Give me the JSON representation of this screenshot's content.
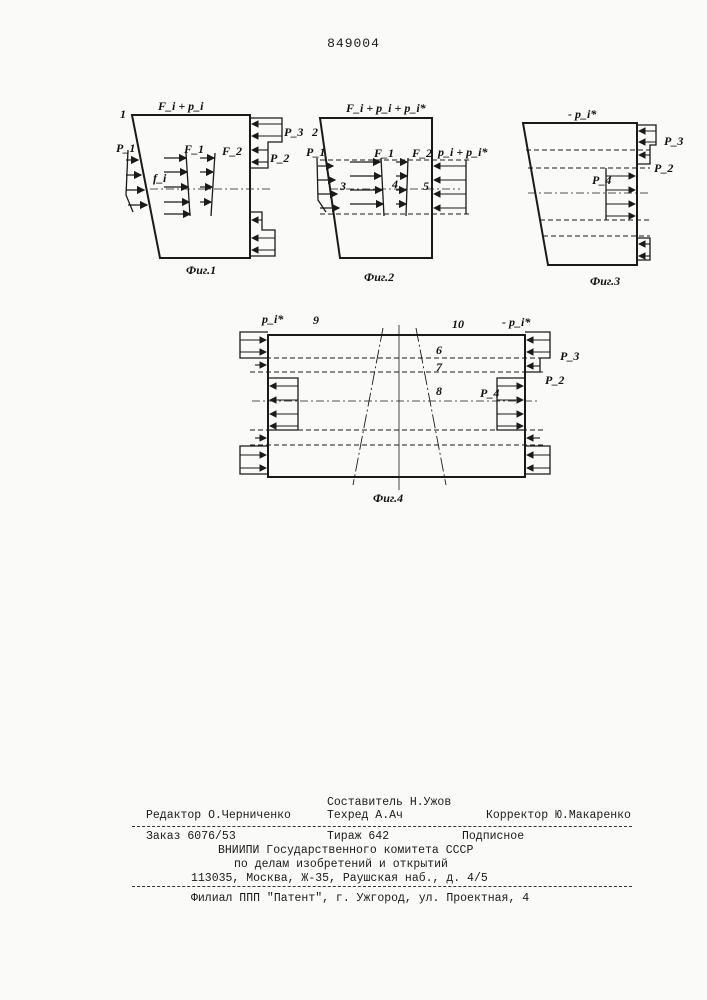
{
  "page_number": "849004",
  "figures": [
    {
      "caption": "Фиг.1",
      "labels": {
        "top": "F_i + p_i",
        "ref": "1",
        "p1": "P_1",
        "f_i": "f_i",
        "f1": "F_1",
        "f2": "F_2",
        "p3": "P_3",
        "p2": "P_2"
      }
    },
    {
      "caption": "Фиг.2",
      "labels": {
        "top": "F_i + p_i + p_i*",
        "ref": "2",
        "p1": "P_1",
        "f1": "F_1",
        "f2": "F_2",
        "rhs": "p_i + p_i*",
        "n3": "3",
        "n4": "4",
        "n5": "5"
      }
    },
    {
      "caption": "Фиг.3",
      "labels": {
        "top": "- p_i*",
        "p3": "P_3",
        "p2": "P_2",
        "p4": "P_4"
      }
    },
    {
      "caption": "Фиг.4",
      "labels": {
        "left_top": "p_i*",
        "right_top": "- p_i*",
        "n9": "9",
        "n10": "10",
        "n6": "6",
        "n7": "7",
        "n8": "8",
        "p3": "P_3",
        "p2": "P_2",
        "p4": "P_4"
      }
    }
  ],
  "imprint": {
    "editor": "Редактор О.Черниченко",
    "compiler": "Составитель Н.Ужов",
    "techred": "Техред А.Ач",
    "corrector": "Корректор Ю.Макаренко",
    "order": "Заказ 6076/53",
    "circulation": "Тираж 642",
    "subscription": "Подписное",
    "org1": "ВНИИПИ Государственного комитета СССР",
    "org2": "по делам изобретений и открытий",
    "address": "113035, Москва, Ж-35, Раушская наб., д. 4/5",
    "branch": "Филиал ППП \"Патент\", г. Ужгород, ул. Проектная, 4"
  }
}
